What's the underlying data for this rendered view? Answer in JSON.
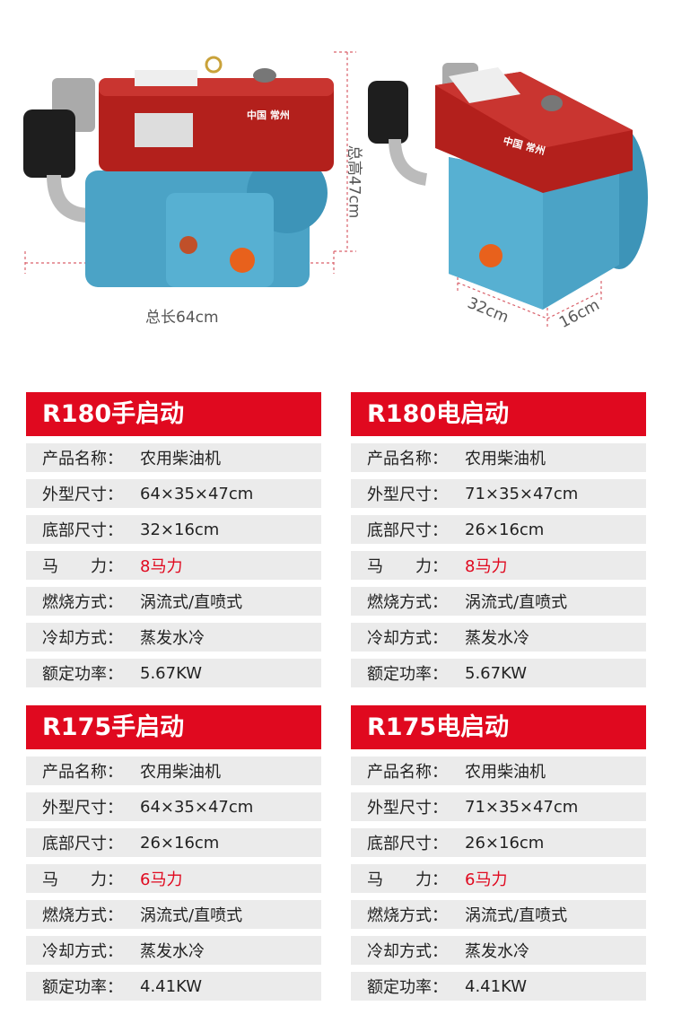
{
  "dimensions": {
    "length": "总长64cm",
    "height": "总高47cm",
    "base_length": "32cm",
    "base_width": "16cm"
  },
  "engine_brand_text": "中国 常州",
  "colors": {
    "accent": "#e0091f",
    "row_bg": "#ebebeb",
    "engine_red": "#b3201c",
    "engine_blue": "#4ba3c6"
  },
  "cards": [
    {
      "title": "R180手启动",
      "rows": [
        {
          "label": "产品名称：",
          "value": "农用柴油机"
        },
        {
          "label": "外型尺寸：",
          "value": "64×35×47cm"
        },
        {
          "label": "底部尺寸：",
          "value": "32×16cm"
        },
        {
          "label": "马　　力：",
          "value": "8马力",
          "highlight": true
        },
        {
          "label": "燃烧方式：",
          "value": "涡流式/直喷式"
        },
        {
          "label": "冷却方式：",
          "value": "蒸发水冷"
        },
        {
          "label": "额定功率：",
          "value": "5.67KW"
        }
      ]
    },
    {
      "title": "R180电启动",
      "rows": [
        {
          "label": "产品名称：",
          "value": "农用柴油机"
        },
        {
          "label": "外型尺寸：",
          "value": "71×35×47cm"
        },
        {
          "label": "底部尺寸：",
          "value": "26×16cm"
        },
        {
          "label": "马　　力：",
          "value": "8马力",
          "highlight": true
        },
        {
          "label": "燃烧方式：",
          "value": "涡流式/直喷式"
        },
        {
          "label": "冷却方式：",
          "value": "蒸发水冷"
        },
        {
          "label": "额定功率：",
          "value": "5.67KW"
        }
      ]
    },
    {
      "title": "R175手启动",
      "rows": [
        {
          "label": "产品名称：",
          "value": "农用柴油机"
        },
        {
          "label": "外型尺寸：",
          "value": "64×35×47cm"
        },
        {
          "label": "底部尺寸：",
          "value": "26×16cm"
        },
        {
          "label": "马　　力：",
          "value": "6马力",
          "highlight": true
        },
        {
          "label": "燃烧方式：",
          "value": "涡流式/直喷式"
        },
        {
          "label": "冷却方式：",
          "value": "蒸发水冷"
        },
        {
          "label": "额定功率：",
          "value": "4.41KW"
        }
      ]
    },
    {
      "title": "R175电启动",
      "rows": [
        {
          "label": "产品名称：",
          "value": "农用柴油机"
        },
        {
          "label": "外型尺寸：",
          "value": "71×35×47cm"
        },
        {
          "label": "底部尺寸：",
          "value": "26×16cm"
        },
        {
          "label": "马　　力：",
          "value": "6马力",
          "highlight": true
        },
        {
          "label": "燃烧方式：",
          "value": "涡流式/直喷式"
        },
        {
          "label": "冷却方式：",
          "value": "蒸发水冷"
        },
        {
          "label": "额定功率：",
          "value": "4.41KW"
        }
      ]
    }
  ]
}
